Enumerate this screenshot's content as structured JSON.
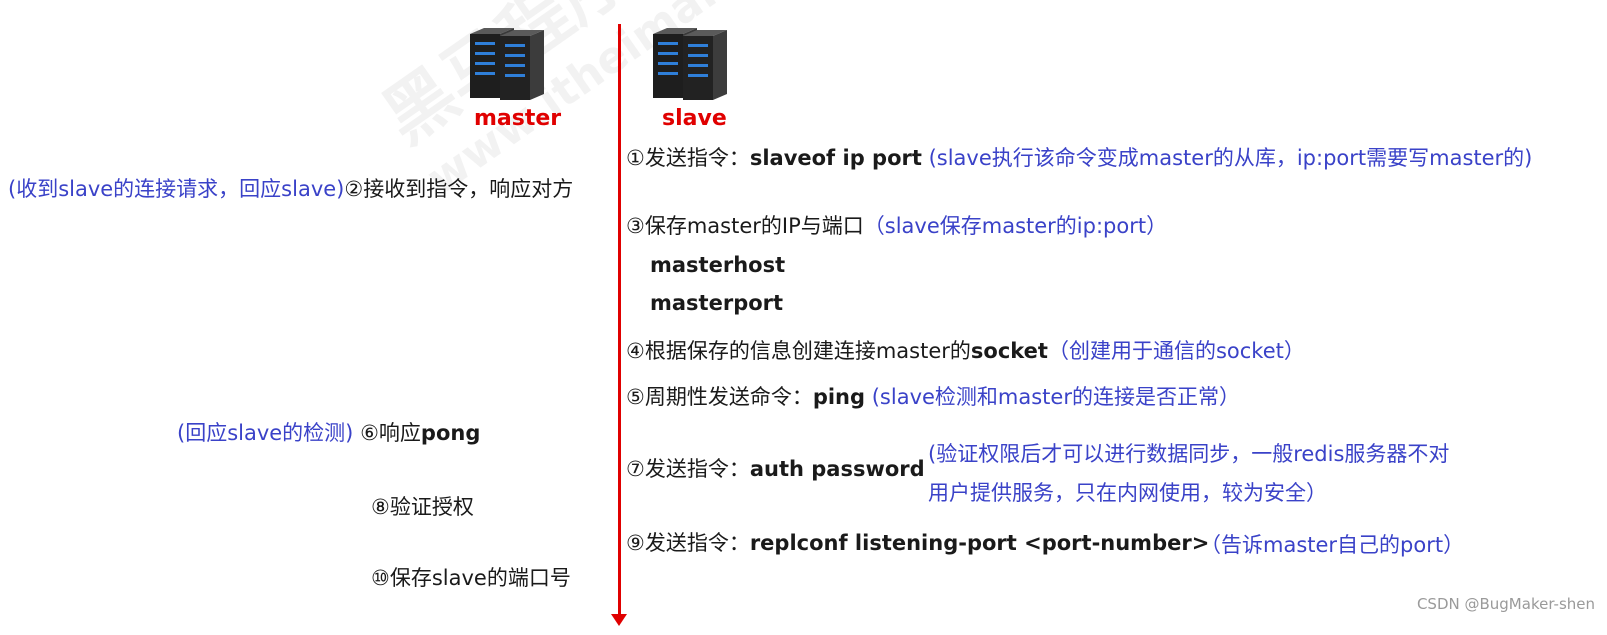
{
  "nodes": {
    "master_label": "master",
    "slave_label": "slave"
  },
  "watermark": {
    "line1": "黑马程序员",
    "line2": "www.itheima.com"
  },
  "slave_steps": {
    "s1_prefix": "①发送指令：",
    "s1_cmd": "slaveof  ip  port",
    "s1_note": "(slave执行该命令变成master的从库，ip:port需要写master的)",
    "s3_text": "③保存master的IP与端口",
    "s3_note": "（slave保存master的ip:port）",
    "s3_var1": "masterhost",
    "s3_var2": "masterport",
    "s4_prefix": "④根据保存的信息创建连接master的",
    "s4_bold": "socket",
    "s4_note": "（创建用于通信的socket）",
    "s5_prefix": "⑤周期性发送命令：",
    "s5_cmd": "ping",
    "s5_note": "(slave检测和master的连接是否正常）",
    "s7_prefix": "⑦发送指令：",
    "s7_cmd": "auth  password",
    "s7_note_line1": "(验证权限后才可以进行数据同步，一般redis服务器不对",
    "s7_note_line2": "用户提供服务，只在内网使用，较为安全）",
    "s9_prefix": "⑨发送指令：",
    "s9_cmd": "replconf listening-port <port-number>",
    "s9_note": "（告诉master自己的port）"
  },
  "master_steps": {
    "s2_note": "(收到slave的连接请求，回应slave)",
    "s2_text": "②接收到指令，响应对方",
    "s6_note": "(回应slave的检测)",
    "s6_prefix": "⑥响应",
    "s6_bold": "pong",
    "s8_text": "⑧验证授权",
    "s10_text": "⑩保存slave的端口号"
  },
  "footer": {
    "credit": "CSDN @BugMaker-shen"
  },
  "colors": {
    "accent_red": "#e00000",
    "note_blue": "#3a42c8",
    "text": "#1a1a1a"
  }
}
